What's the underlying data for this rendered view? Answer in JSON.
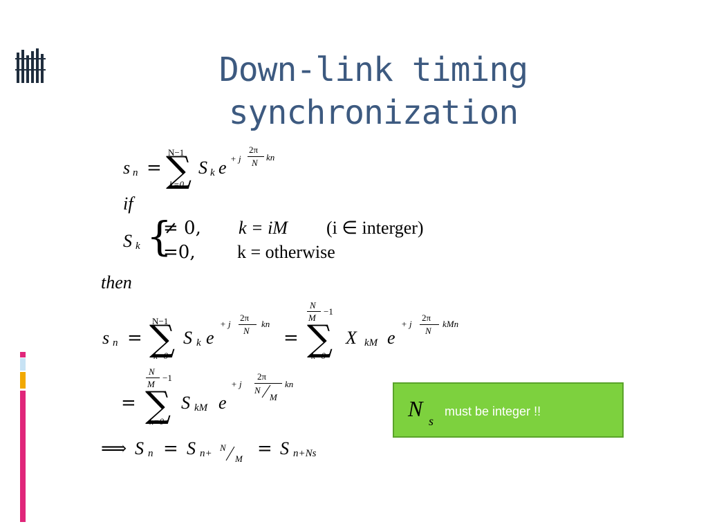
{
  "title": {
    "line1": "Down-link timing",
    "line2": "synchronization"
  },
  "colors": {
    "title": "#3d5a80",
    "accent_magenta": "#e0267a",
    "accent_lightblue": "#c7e2f4",
    "accent_orange": "#f2a900",
    "callout_fill": "#7dd13e",
    "callout_border": "#5aa32a"
  },
  "icons": {
    "top_left": "book-lines-icon"
  },
  "equations": {
    "eq1": {
      "lhs": "s",
      "lhs_sub": "n",
      "eq": "=",
      "sum_upper": "N−1",
      "sum_lower": "k=0",
      "term": "S",
      "term_sub": "k",
      "exp_base": "e",
      "exp_pre": "+ j",
      "exp_num": "2π",
      "exp_den": "N",
      "exp_post": "kn"
    },
    "if_word": "if",
    "case": {
      "lhs": "S",
      "lhs_sub": "k",
      "row1_val": "≠ 0,",
      "row1_cond": "k = iM",
      "row1_note": "(i ∈ interger)",
      "row2_val": "=0,",
      "row2_cond": "k = otherwise"
    },
    "then_word": "then",
    "eq2": {
      "lhs": "s",
      "lhs_sub": "n",
      "eq1": "=",
      "sum1_upper": "N−1",
      "sum1_lower": "k=0",
      "term1": "S",
      "term1_sub": "k",
      "exp1_base": "e",
      "exp1_pre": "+ j",
      "exp1_num": "2π",
      "exp1_den": "N",
      "exp1_post": "kn",
      "eq2": "=",
      "sum2_upper_num": "N",
      "sum2_upper_den": "M",
      "sum2_upper_post": "−1",
      "sum2_lower": "k=0",
      "term2": "X",
      "term2_sub": "kM",
      "exp2_base": "e",
      "exp2_pre": "+ j",
      "exp2_num": "2π",
      "exp2_den": "N",
      "exp2_post": "kMn"
    },
    "eq3": {
      "eq": "=",
      "sum_upper_num": "N",
      "sum_upper_den": "M",
      "sum_upper_post": "−1",
      "sum_lower": "k=0",
      "term": "S",
      "term_sub": "kM",
      "exp_base": "e",
      "exp_pre": "+ j",
      "exp_num": "2π",
      "exp_den_n": "N",
      "exp_den_m": "M",
      "exp_post": "kn"
    },
    "eq4": {
      "implies": "⟹",
      "lhs": "S",
      "lhs_sub": "n",
      "eq1": "=",
      "mid": "S",
      "mid_sub_pre": "n+",
      "mid_sub_n": "N",
      "mid_sub_m": "M",
      "eq2": "=",
      "rhs": "S",
      "rhs_sub": "n+Ns"
    }
  },
  "callout": {
    "symbol": "N",
    "symbol_sub": "s",
    "text": "must be  integer !!"
  }
}
